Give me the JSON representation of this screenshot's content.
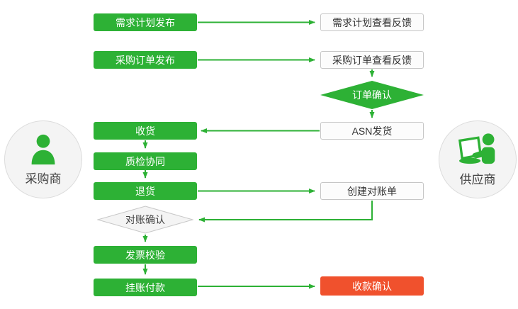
{
  "colors": {
    "green": "#2db135",
    "red": "#f0512d",
    "box_bg": "#fcfcfc",
    "box_border": "#c6c6c6",
    "diamond_bg": "#f4f4f4",
    "diamond_border": "#c8c8c8",
    "circle_bg": "#f4f4f4",
    "circle_border": "#dcdcdc",
    "text_dark": "#333333"
  },
  "actors": {
    "buyer": {
      "label": "采购商",
      "icon": "person-icon"
    },
    "supplier": {
      "label": "供应商",
      "icon": "person-laptop-icon"
    }
  },
  "nodes": {
    "demand_plan_publish": {
      "label": "需求计划发布",
      "style": "green-box"
    },
    "demand_plan_feedback": {
      "label": "需求计划查看反馈",
      "style": "white-box"
    },
    "po_publish": {
      "label": "采购订单发布",
      "style": "green-box"
    },
    "po_feedback": {
      "label": "采购订单查看反馈",
      "style": "white-box"
    },
    "order_confirm": {
      "label": "订单确认",
      "style": "green-diamond"
    },
    "asn_ship": {
      "label": "ASN发货",
      "style": "white-box"
    },
    "receive": {
      "label": "收货",
      "style": "green-box"
    },
    "quality_check": {
      "label": "质检协同",
      "style": "green-box"
    },
    "return_goods": {
      "label": "退货",
      "style": "green-box"
    },
    "create_statement": {
      "label": "创建对账单",
      "style": "white-box"
    },
    "statement_confirm": {
      "label": "对账确认",
      "style": "white-diamond"
    },
    "invoice_verify": {
      "label": "发票校验",
      "style": "green-box"
    },
    "pending_payment": {
      "label": "挂账付款",
      "style": "green-box"
    },
    "receipt_confirm": {
      "label": "收款确认",
      "style": "red-box"
    }
  },
  "edges": [
    {
      "from": "demand_plan_publish",
      "to": "demand_plan_feedback"
    },
    {
      "from": "po_publish",
      "to": "po_feedback"
    },
    {
      "from": "po_feedback",
      "to": "order_confirm"
    },
    {
      "from": "order_confirm",
      "to": "asn_ship"
    },
    {
      "from": "asn_ship",
      "to": "receive"
    },
    {
      "from": "receive",
      "to": "quality_check"
    },
    {
      "from": "quality_check",
      "to": "return_goods"
    },
    {
      "from": "return_goods",
      "to": "create_statement"
    },
    {
      "from": "create_statement",
      "to": "statement_confirm"
    },
    {
      "from": "statement_confirm",
      "to": "invoice_verify"
    },
    {
      "from": "invoice_verify",
      "to": "pending_payment"
    },
    {
      "from": "pending_payment",
      "to": "receipt_confirm"
    }
  ]
}
